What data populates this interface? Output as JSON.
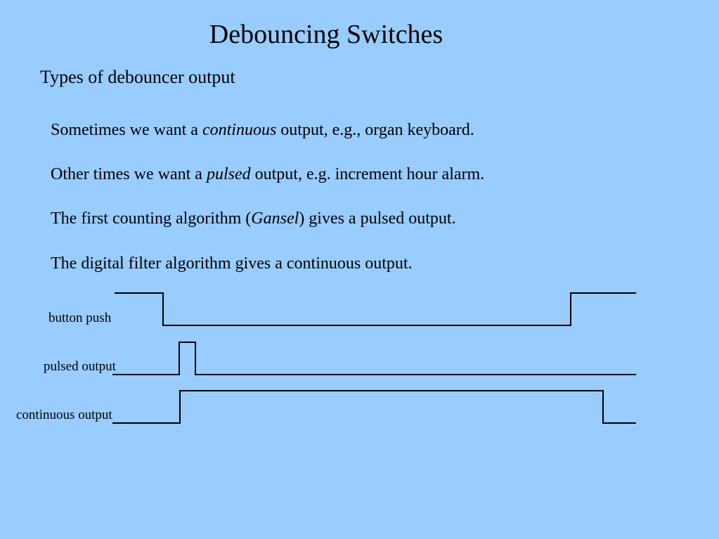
{
  "slide": {
    "title": "Debouncing Switches",
    "subtitle": "Types of debouncer output",
    "background_color": "#99ccff",
    "bullets": [
      {
        "before": "Sometimes we want a ",
        "emphasis": "continuous",
        "after": " output, e.g., organ keyboard."
      },
      {
        "before": "Other times we want a ",
        "emphasis": "pulsed",
        "after": " output, e.g. increment hour alarm."
      },
      {
        "before": "The first counting algorithm (",
        "emphasis": "Gansel",
        "after": ") gives a pulsed output."
      },
      {
        "before": "The digital filter algorithm gives a continuous output.",
        "emphasis": "",
        "after": ""
      }
    ],
    "timing_diagram": {
      "signals": [
        {
          "label": "button push",
          "waveform": "high-low-high"
        },
        {
          "label": "pulsed output",
          "waveform": "low-pulse-low"
        },
        {
          "label": "continuous output",
          "waveform": "low-high-low"
        }
      ],
      "line_color": "#000000"
    }
  }
}
